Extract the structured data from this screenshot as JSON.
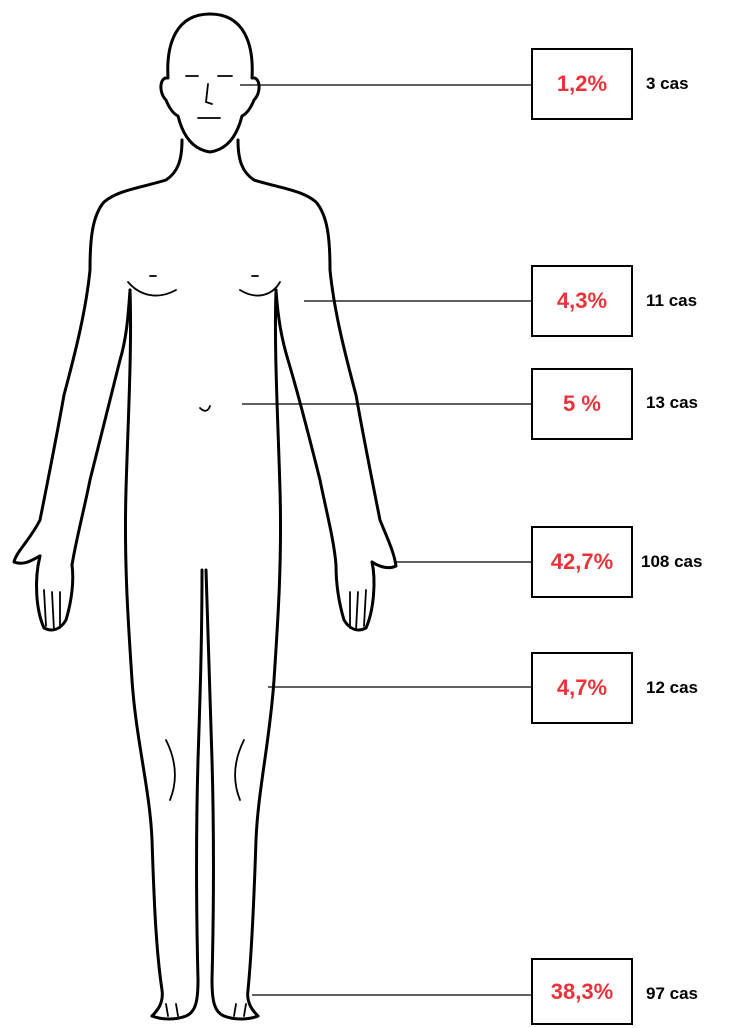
{
  "callouts": [
    {
      "region": "head",
      "percent": "1,2%",
      "count": "3 cas"
    },
    {
      "region": "arm",
      "percent": "4,3%",
      "count": "11 cas"
    },
    {
      "region": "trunk",
      "percent": "5 %",
      "count": "13 cas"
    },
    {
      "region": "hand",
      "percent": "42,7%",
      "count": "108 cas"
    },
    {
      "region": "leg",
      "percent": "4,7%",
      "count": "12 cas"
    },
    {
      "region": "foot",
      "percent": "38,3%",
      "count": "97 cas"
    }
  ],
  "colors": {
    "percent_text": "#e8333a",
    "outline": "#000000"
  }
}
